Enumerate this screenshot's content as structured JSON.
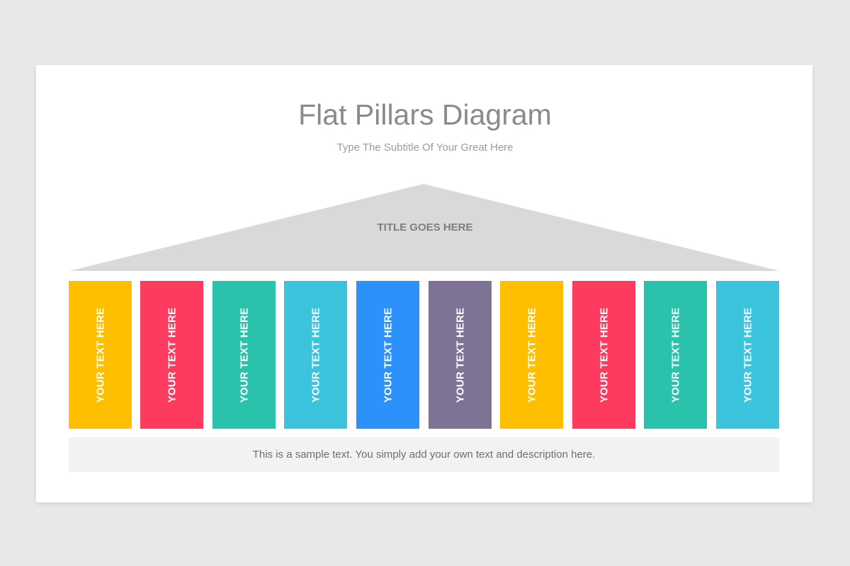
{
  "diagram": {
    "title": "Flat Pillars Diagram",
    "subtitle": "Type The Subtitle Of Your Great Here",
    "roof_title": "TITLE GOES HERE",
    "caption": "This is a sample text. You simply add your own text and description here.",
    "colors": {
      "background": "#e9e8e9",
      "slide": "#ffffff",
      "roof": "#d9d9d9",
      "caption_box": "#f2f2f2"
    },
    "pillars": [
      {
        "label": "YOUR TEXT HERE",
        "color": "#fdbf00"
      },
      {
        "label": "YOUR TEXT HERE",
        "color": "#fc3b5e"
      },
      {
        "label": "YOUR TEXT HERE",
        "color": "#2bc2ab"
      },
      {
        "label": "YOUR TEXT HERE",
        "color": "#3cc4df"
      },
      {
        "label": "YOUR TEXT HERE",
        "color": "#2d91fb"
      },
      {
        "label": "YOUR TEXT HERE",
        "color": "#7e7394"
      },
      {
        "label": "YOUR TEXT HERE",
        "color": "#fdbf00"
      },
      {
        "label": "YOUR TEXT HERE",
        "color": "#fc3b5e"
      },
      {
        "label": "YOUR TEXT HERE",
        "color": "#2bc2ab"
      },
      {
        "label": "YOUR TEXT HERE",
        "color": "#3cc4df"
      }
    ]
  }
}
